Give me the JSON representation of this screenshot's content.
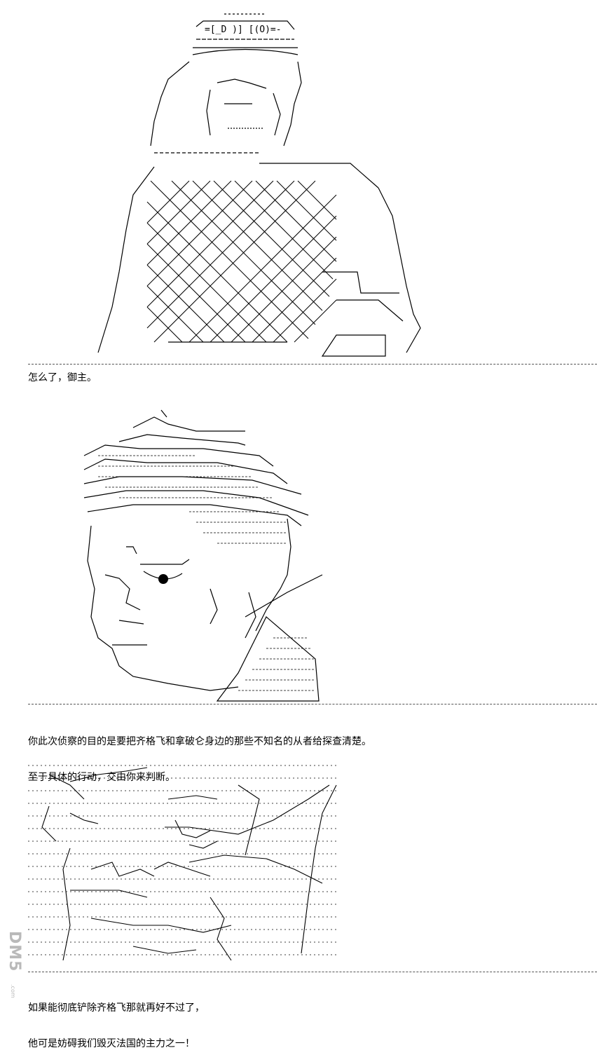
{
  "panels": [
    {
      "caption": "怎么了，御主。"
    },
    {
      "caption_lines": [
        "你此次侦察的目的是要把齐格飞和拿破仑身边的那些不知名的从者给探查清楚。",
        "至于具体的行动，交由你来判断。"
      ]
    },
    {
      "caption_lines": [
        "如果能彻底铲除齐格飞那就再好不过了，",
        "他可是妨碍我们毁灭法国的主力之一！"
      ]
    }
  ],
  "watermark": {
    "text": "DM5",
    "sub": ".com"
  },
  "colors": {
    "ink": "#000000",
    "divider": "#555555",
    "watermark": "#b9b9b9"
  }
}
